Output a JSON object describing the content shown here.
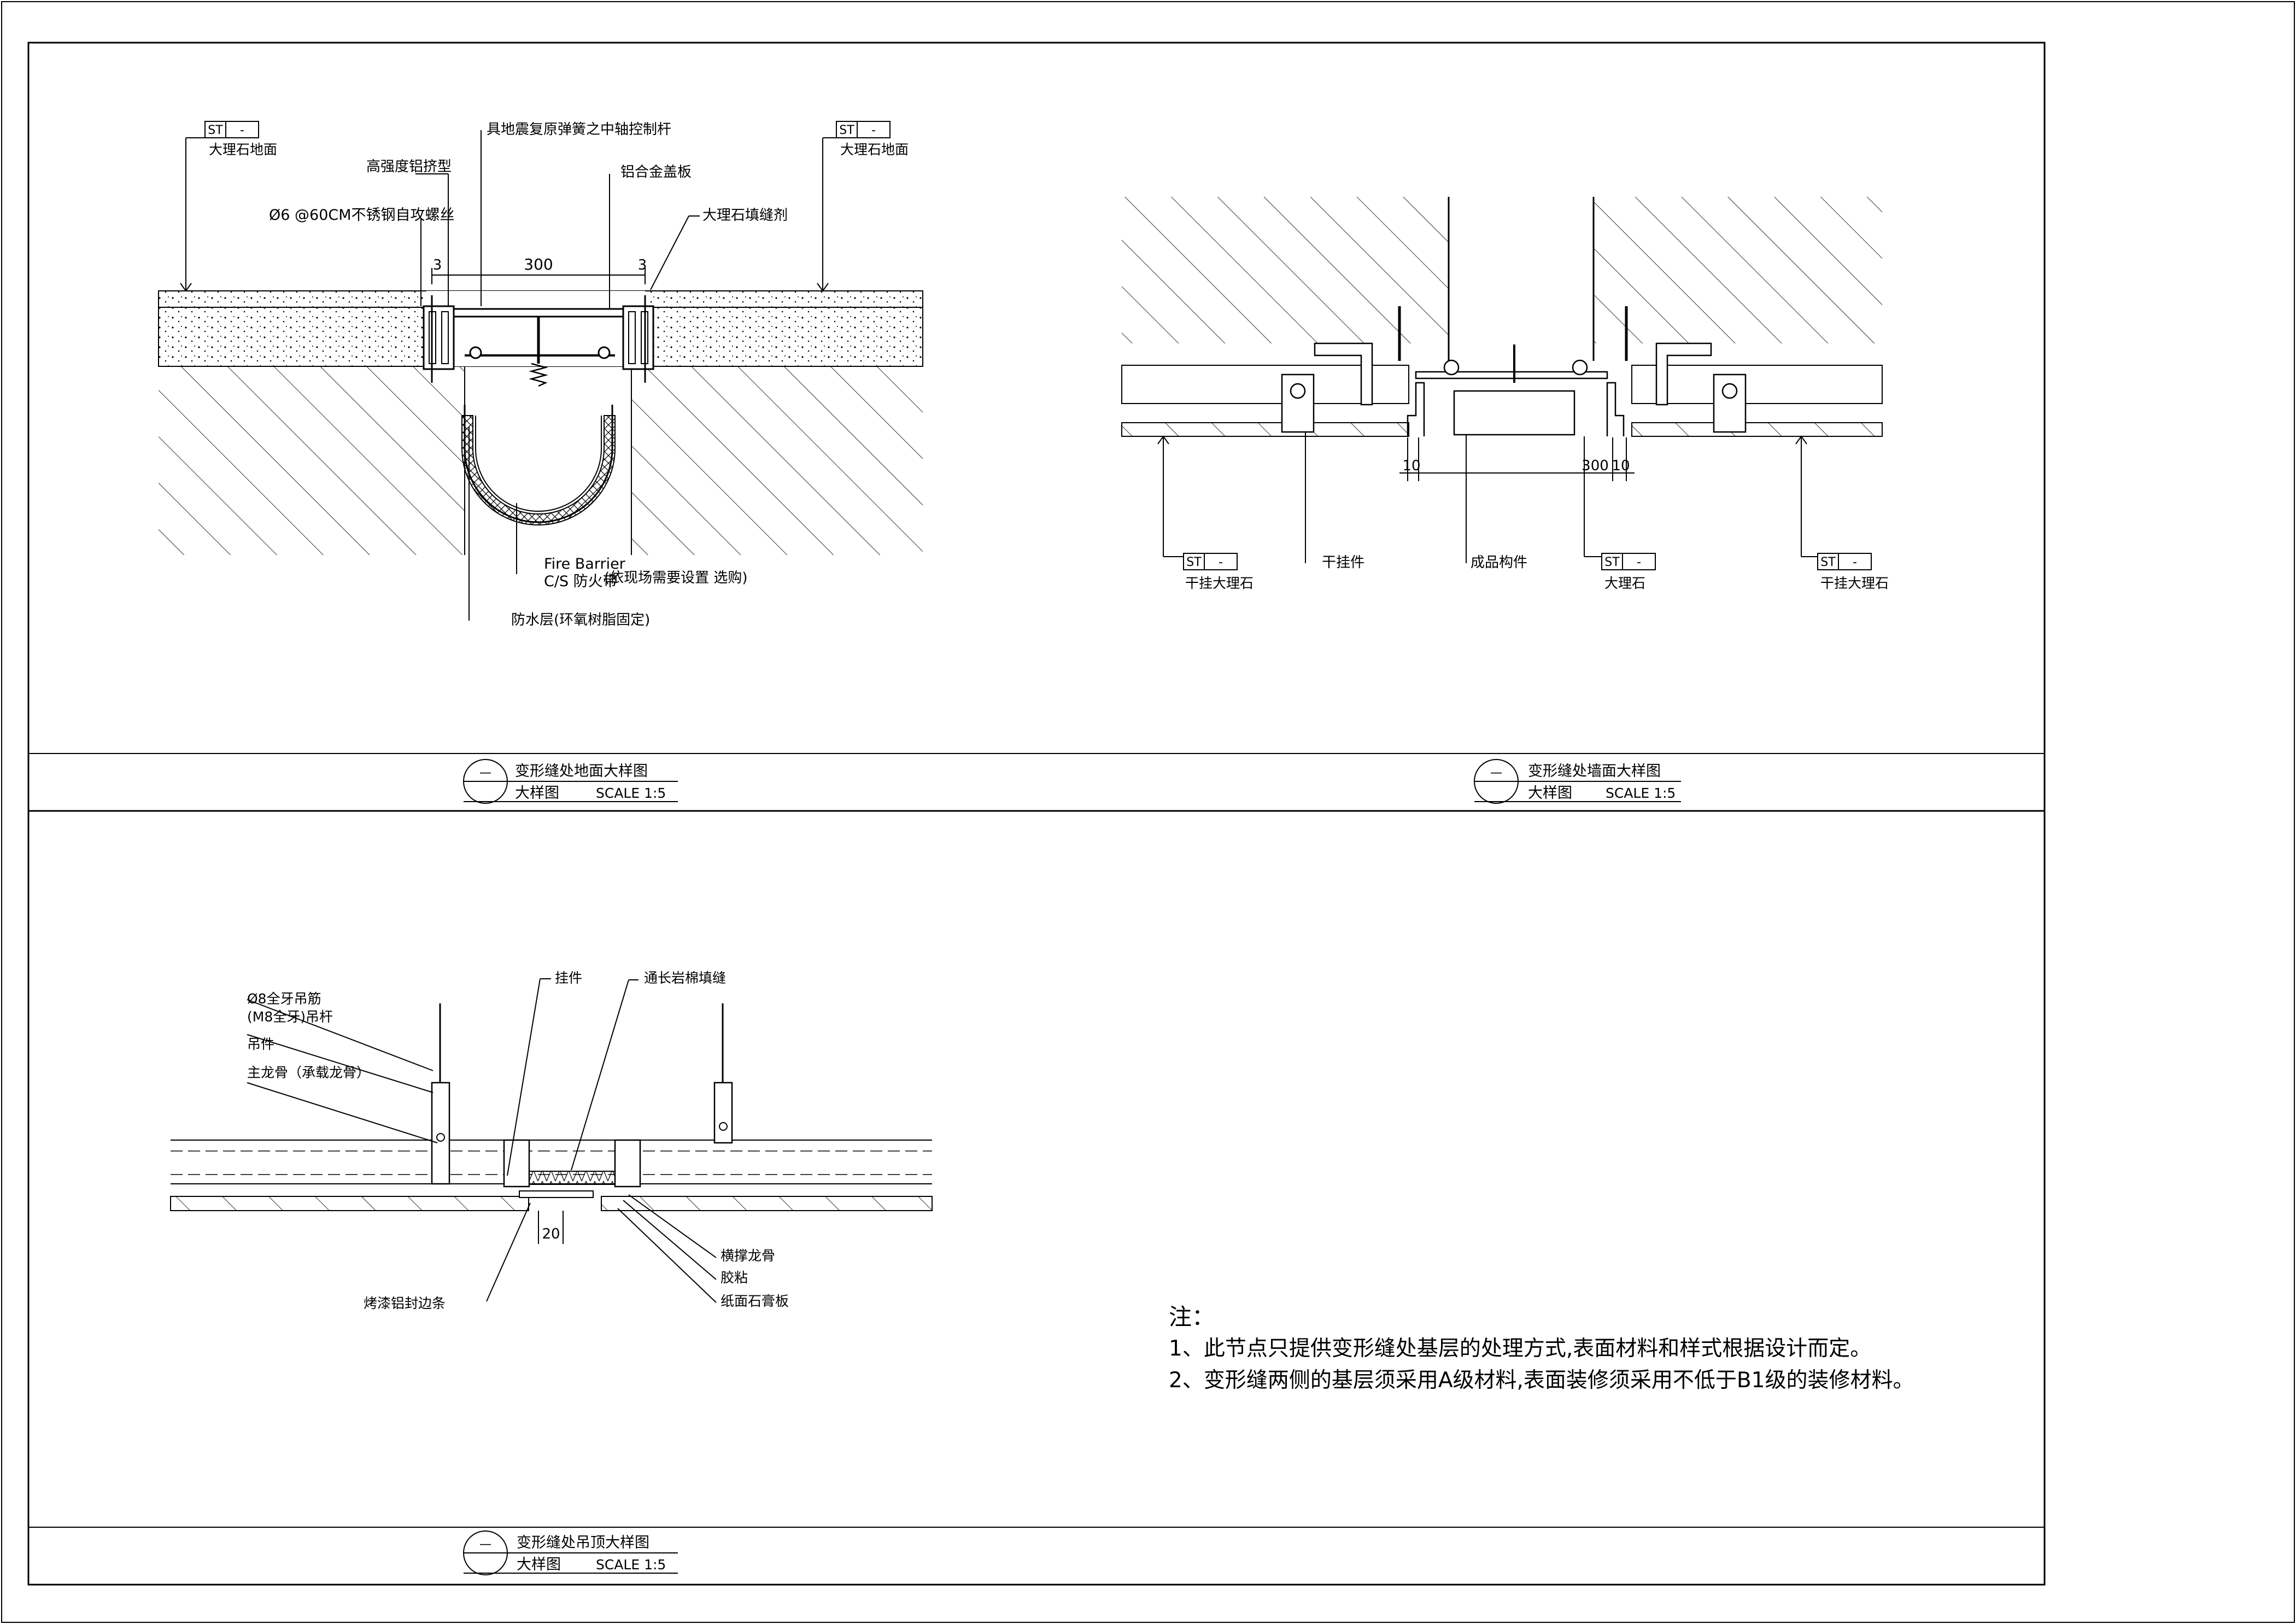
{
  "floor_detail": {
    "tag_left": {
      "code": "ST",
      "num": "-",
      "label": "大理石地面"
    },
    "tag_right": {
      "code": "ST",
      "num": "-",
      "label": "大理石地面"
    },
    "leaders": {
      "center_spring": "具地震复原弹簧之中轴控制杆",
      "aluminum_profile": "高强度铝挤型",
      "stainless_screw": "Ø6 @60CM不锈钢自攻螺丝",
      "aluminum_cover": "铝合金盖板",
      "marble_sealant": "大理石填缝剂",
      "fire_barrier_en": "Fire Barrier",
      "fire_barrier_cs": "C/S 防火带",
      "fire_barrier_note": "(依现场需要设置 选购)",
      "waterproof": "防水层(环氧树脂固定)"
    },
    "dims": {
      "width": "300",
      "side_left": "3",
      "side_right": "3"
    }
  },
  "wall_detail": {
    "tag_left": {
      "code": "ST",
      "num": "-",
      "label": "干挂大理石"
    },
    "tag_center": {
      "code": "ST",
      "num": "-",
      "label": "大理石"
    },
    "tag_right": {
      "code": "ST",
      "num": "-",
      "label": "干挂大理石"
    },
    "leaders": {
      "hanger": "干挂件",
      "product": "成品构件"
    },
    "dims": {
      "gap_left": "10",
      "width": "300",
      "gap_right": "10"
    }
  },
  "ceiling_detail": {
    "leaders": {
      "rod_line1": "Ø8全牙吊筋",
      "rod_line2": "(M8全牙)吊杆",
      "hanger": "吊件",
      "main_keel": "主龙骨（承载龙骨）",
      "hanging_piece": "挂件",
      "rock_wool": "通长岩棉填缝",
      "cross_keel": "横撑龙骨",
      "glue": "胶粘",
      "gypsum": "纸面石膏板",
      "edge_strip": "烤漆铝封边条"
    },
    "dims": {
      "gap": "20"
    }
  },
  "title_blocks": [
    {
      "symbol": "—",
      "title": "变形缝处地面大样图",
      "sub": "大样图",
      "scale": "SCALE  1:5"
    },
    {
      "symbol": "—",
      "title": "变形缝处墙面大样图",
      "sub": "大样图",
      "scale": "SCALE  1:5"
    },
    {
      "symbol": "—",
      "title": "变形缝处吊顶大样图",
      "sub": "大样图",
      "scale": "SCALE  1:5"
    }
  ],
  "notes": {
    "heading": "注：",
    "items": [
      "1、此节点只提供变形缝处基层的处理方式,表面材料和样式根据设计而定。",
      "2、变形缝两侧的基层须采用A级材料,表面装修须采用不低于B1级的装修材料。"
    ]
  }
}
